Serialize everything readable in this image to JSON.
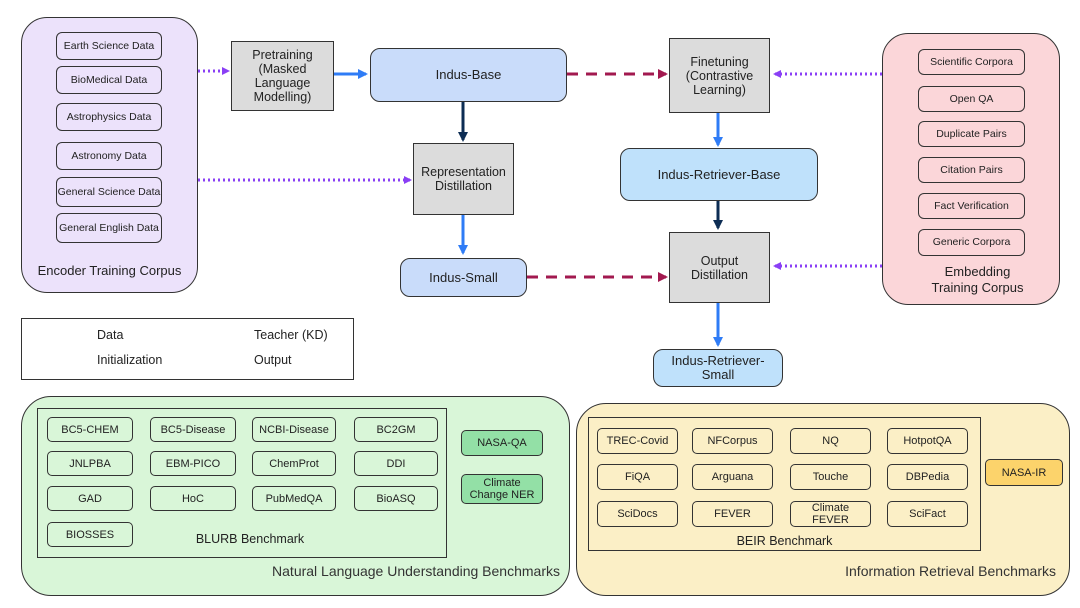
{
  "encoder_corpus": {
    "label": "Encoder Training Corpus",
    "items": [
      "Earth Science  Data",
      "BioMedical Data",
      "Astrophysics  Data",
      "Astronomy  Data",
      "General Science Data",
      "General English Data"
    ]
  },
  "embedding_corpus": {
    "label": "Embedding Training Corpus",
    "items": [
      "Scientific Corpora",
      "Open QA",
      "Duplicate Pairs",
      "Citation Pairs",
      "Fact Verification",
      "Generic Corpora"
    ]
  },
  "processes": {
    "pretraining": "Pretraining (Masked Language Modelling)",
    "representation_distillation": "Representation Distillation",
    "finetuning": "Finetuning (Contrastive Learning)",
    "output_distillation": "Output Distillation"
  },
  "models": {
    "indus_base": "Indus-Base",
    "indus_small": "Indus-Small",
    "indus_retriever_base": "Indus-Retriever-Base",
    "indus_retriever_small": "Indus-Retriever-Small"
  },
  "legend": {
    "data": "Data",
    "initialization": "Initialization",
    "teacher": "Teacher (KD)",
    "output": "Output"
  },
  "nlu": {
    "label": "Natural Language Understanding Benchmarks",
    "blurb_label": "BLURB Benchmark",
    "blurb_items": [
      "BC5-CHEM",
      "BC5-Disease",
      "NCBI-Disease",
      "BC2GM",
      "JNLPBA",
      "EBM-PICO",
      "ChemProt",
      "DDI",
      "GAD",
      "HoC",
      "PubMedQA",
      "BioASQ",
      "BIOSSES"
    ],
    "extra_items": [
      "NASA-QA",
      "Climate Change NER"
    ]
  },
  "ir": {
    "label": "Information Retrieval Benchmarks",
    "beir_label": "BEIR Benchmark",
    "beir_items": [
      "TREC-Covid",
      "NFCorpus",
      "NQ",
      "HotpotQA",
      "FiQA",
      "Arguana",
      "Touche",
      "DBPedia",
      "SciDocs",
      "FEVER",
      "Climate FEVER",
      "SciFact"
    ],
    "extra_items": [
      "NASA-IR"
    ]
  },
  "colors": {
    "data_arrow": "#8a3ff5",
    "init_arrow": "#a2194f",
    "teacher_arrow": "#0d2d54",
    "output_arrow": "#2f7cf6"
  }
}
